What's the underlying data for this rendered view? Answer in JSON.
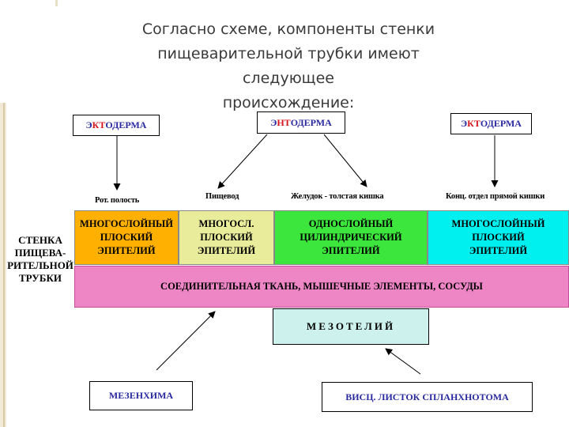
{
  "title": {
    "line1": "Согласно схеме, компоненты стенки",
    "line2": "пищеварительной трубки имеют следующее",
    "line3": "происхождение:"
  },
  "germ_layers": {
    "ectoderm_left": {
      "prefix": "Э",
      "highlight": "КТ",
      "suffix": "ОДЕРМА"
    },
    "endoderm": {
      "prefix": "Э",
      "highlight": "НТ",
      "suffix": "ОДЕРМА"
    },
    "ectoderm_right": {
      "prefix": "Э",
      "highlight": "КТ",
      "suffix": "ОДЕРМА"
    }
  },
  "section_labels": {
    "mouth": "Рот. полость",
    "esophagus": "Пищевод",
    "stomach": "Желудок - толстая кишка",
    "rectum": "Конц. отдел прямой кишки"
  },
  "wall_label": {
    "line1": "СТЕНКА",
    "line2": "ПИЩЕВА-",
    "line3": "РИТЕЛЬНОЙ",
    "line4": "ТРУБКИ"
  },
  "epithelium": [
    {
      "line1": "МНОГОСЛОЙНЫЙ",
      "line2": "ПЛОСКИЙ",
      "line3": "ЭПИТЕЛИЙ",
      "color": "#ffb000"
    },
    {
      "line1": "МНОГОСЛ.",
      "line2": "ПЛОСКИЙ",
      "line3": "ЭПИТЕЛИЙ",
      "color": "#e9ec9a"
    },
    {
      "line1": "ОДНОСЛОЙНЫЙ",
      "line2": "ЦИЛИНДРИЧЕСКИЙ",
      "line3": "ЭПИТЕЛИЙ",
      "color": "#3ce63c"
    },
    {
      "line1": "МНОГОСЛОЙНЫЙ",
      "line2": "ПЛОСКИЙ",
      "line3": "ЭПИТЕЛИЙ",
      "color": "#00efef"
    }
  ],
  "connective": "СОЕДИНИТЕЛЬНАЯ ТКАНЬ, МЫШЕЧНЫЕ ЭЛЕМЕНТЫ, СОСУДЫ",
  "mesothelium": "МЕЗОТЕЛИЙ",
  "mesenchyme": "МЕЗЕНХИМА",
  "splanchnotome": "ВИСЦ. ЛИСТОК СПЛАНХНОТОМА",
  "colors": {
    "connective": "#ee86c6",
    "mesothelium": "#cdf1ec",
    "germ_text": "#2a2aa0",
    "germ_highlight": "#d4141a"
  }
}
